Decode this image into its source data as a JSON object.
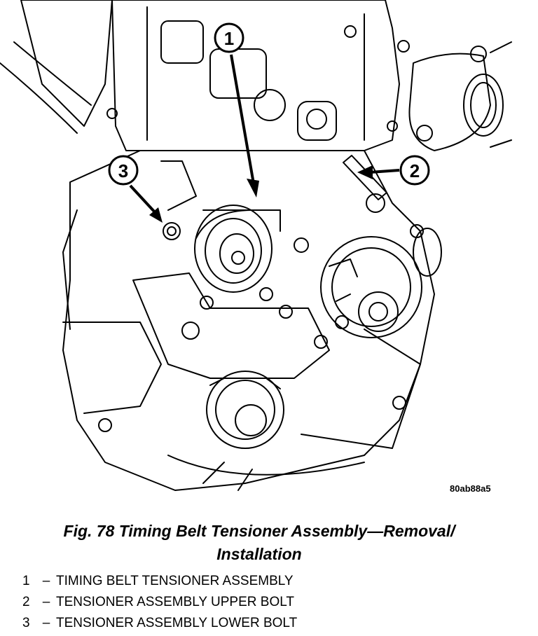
{
  "figure": {
    "callouts": [
      {
        "label": "1"
      },
      {
        "label": "2"
      },
      {
        "label": "3"
      }
    ],
    "image_code": "80ab88a5"
  },
  "caption": {
    "line1": "Fig. 78 Timing Belt Tensioner Assembly—Removal/",
    "line2": "Installation"
  },
  "legend": [
    {
      "num": "1",
      "dash": "–",
      "text": "TIMING BELT TENSIONER ASSEMBLY"
    },
    {
      "num": "2",
      "dash": "–",
      "text": "TENSIONER ASSEMBLY UPPER BOLT"
    },
    {
      "num": "3",
      "dash": "–",
      "text": "TENSIONER ASSEMBLY LOWER BOLT"
    }
  ]
}
